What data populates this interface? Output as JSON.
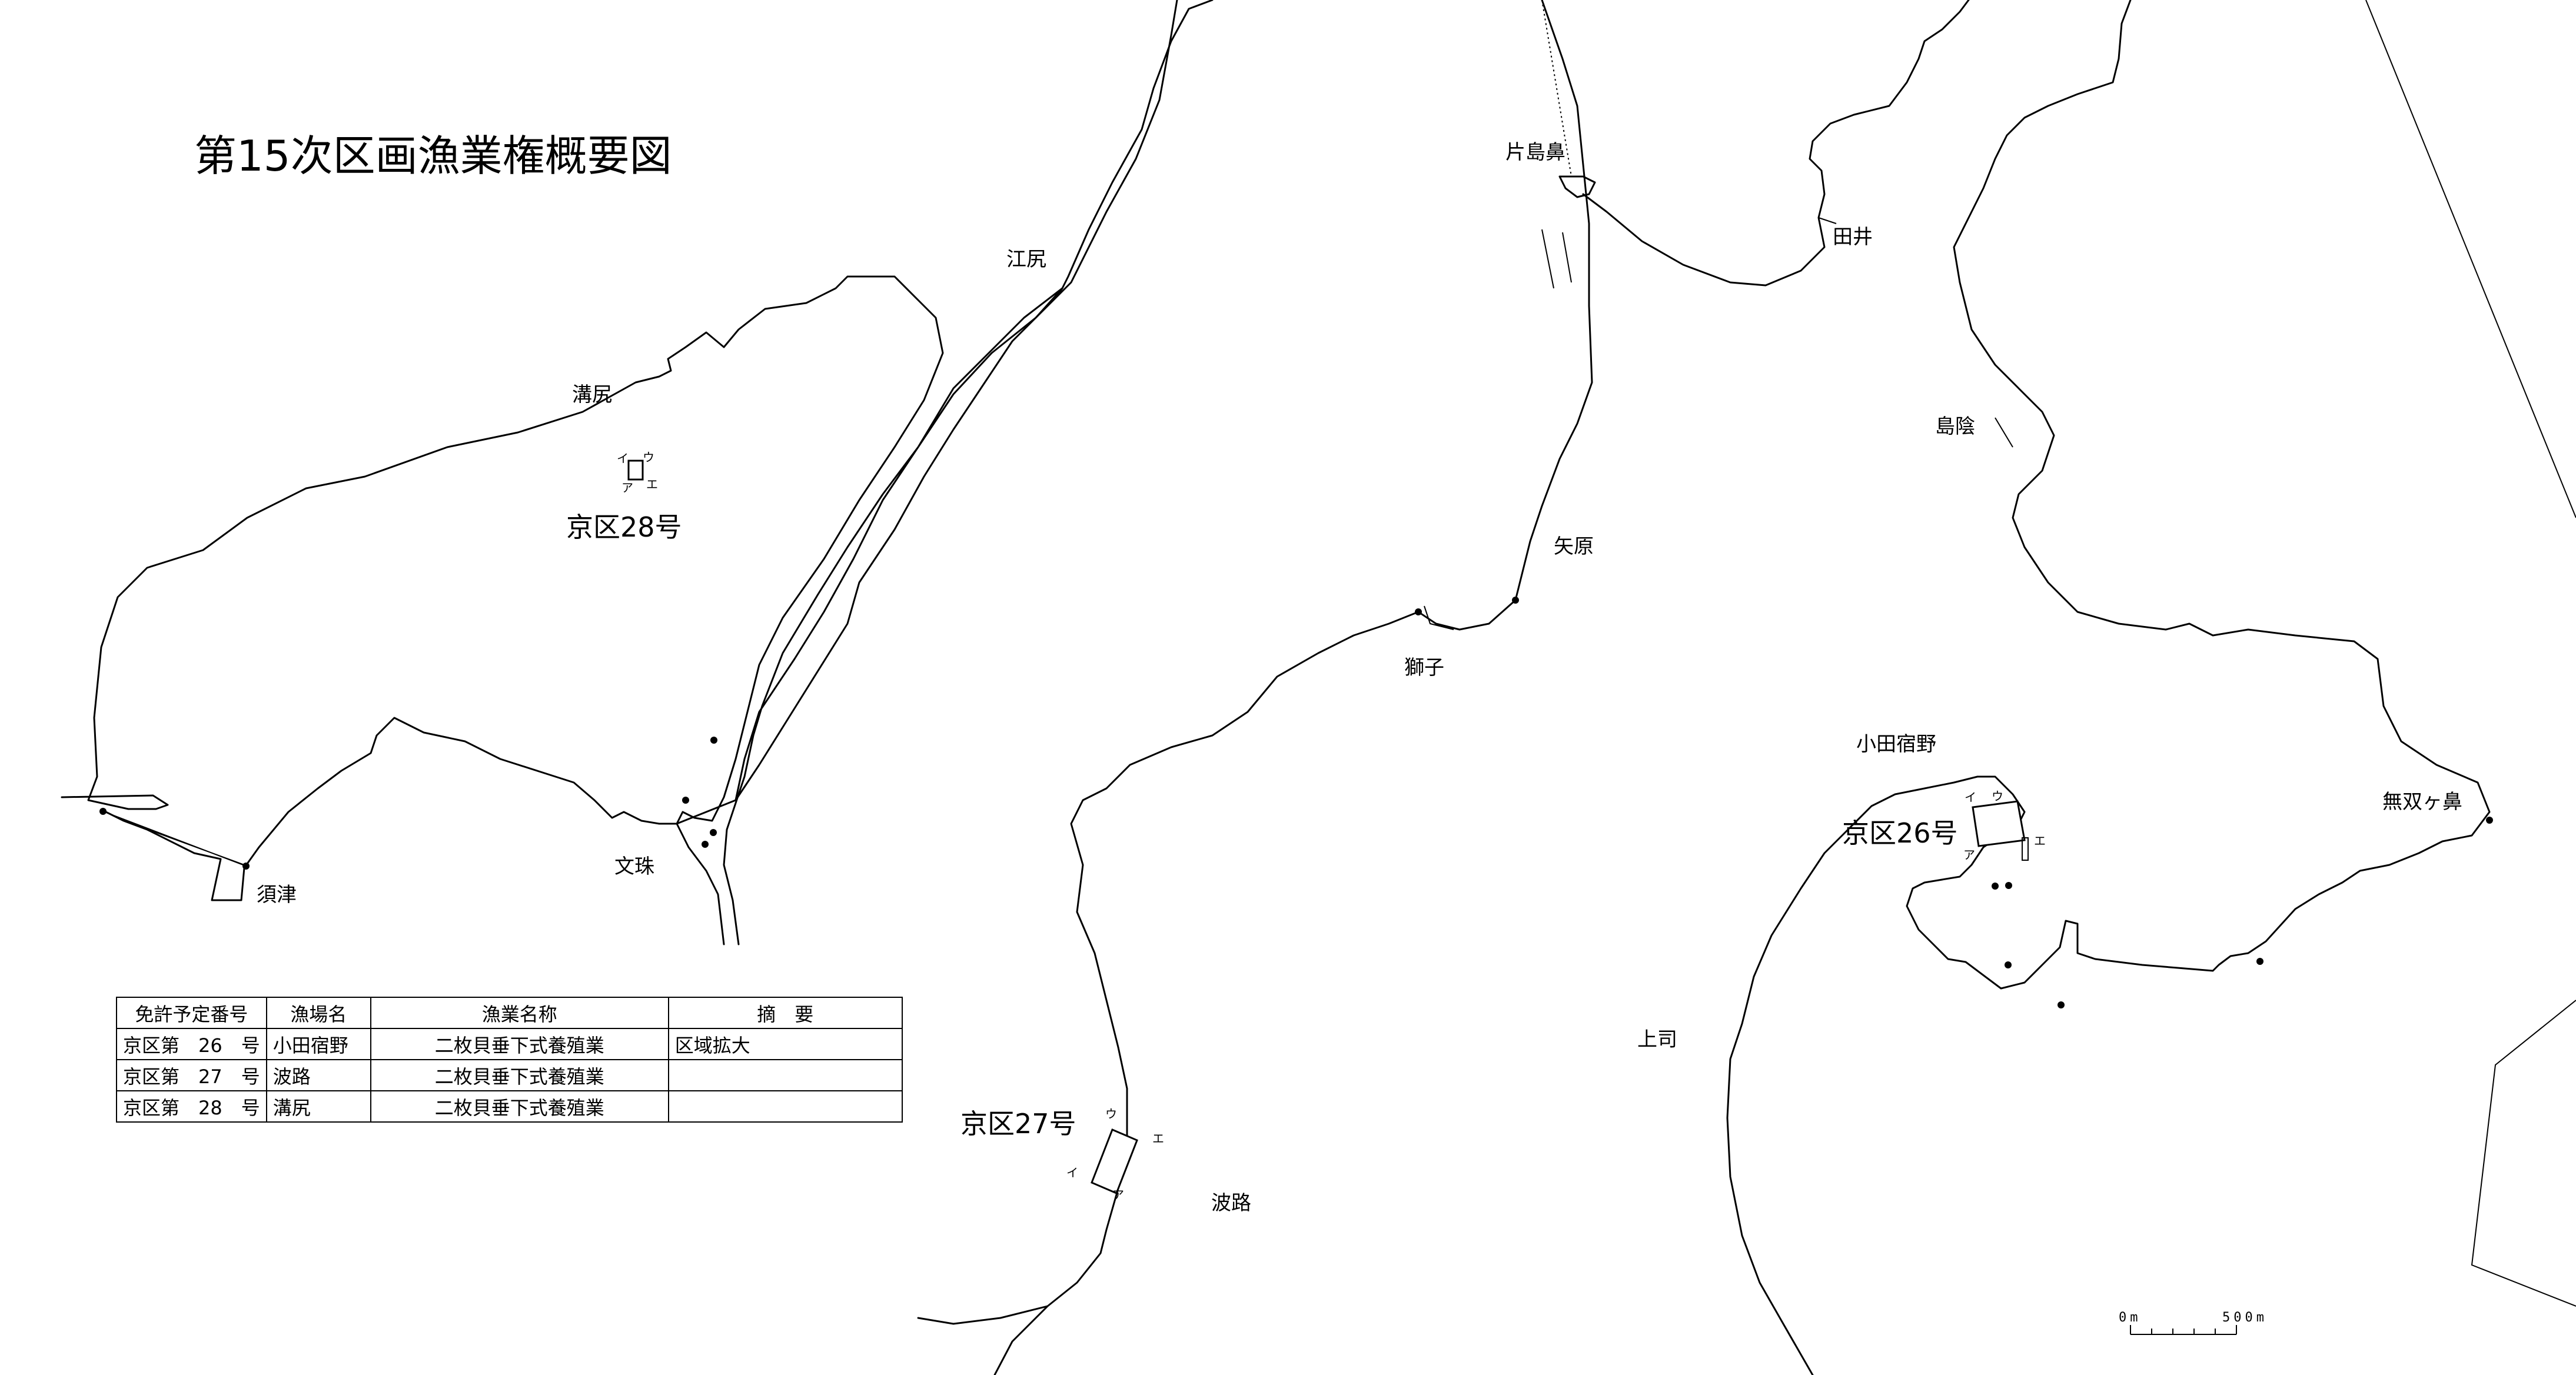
{
  "map": {
    "title": "第15次区画漁業権概要図",
    "places": {
      "emishiri": "江尻",
      "katashimahana": "片島鼻",
      "tai": "田井",
      "mizoshiri": "溝尻",
      "shimakage": "島陰",
      "yahara": "矢原",
      "shishiko": "獅子",
      "monju": "文珠",
      "suzu": "須津",
      "odashukuno": "小田宿野",
      "musogahana": "無双ヶ鼻",
      "kamitsukasa": "上司",
      "haji": "波路"
    },
    "zones": [
      {
        "id": "z28",
        "label": "京区28号",
        "vertices": [
          "イ",
          "ウ",
          "ア",
          "エ"
        ]
      },
      {
        "id": "z27",
        "label": "京区27号",
        "vertices": [
          "ウ",
          "エ",
          "イ",
          "ア"
        ]
      },
      {
        "id": "z26",
        "label": "京区26号",
        "vertices": [
          "イ",
          "ウ",
          "ア",
          "エ"
        ]
      }
    ],
    "scale_bar": {
      "start_label": "0m",
      "end_label": "500m"
    }
  },
  "legend": {
    "headers": [
      "免許予定番号",
      "漁場名",
      "漁業名称",
      "摘　要"
    ],
    "rows": [
      {
        "number": "京区第　26　号",
        "ground": "小田宿野",
        "fishery": "二枚貝垂下式養殖業",
        "note": "区域拡大"
      },
      {
        "number": "京区第　27　号",
        "ground": "波路",
        "fishery": "二枚貝垂下式養殖業",
        "note": ""
      },
      {
        "number": "京区第　28　号",
        "ground": "溝尻",
        "fishery": "二枚貝垂下式養殖業",
        "note": ""
      }
    ]
  },
  "colors": {
    "line": "#000000",
    "background": "#ffffff"
  }
}
